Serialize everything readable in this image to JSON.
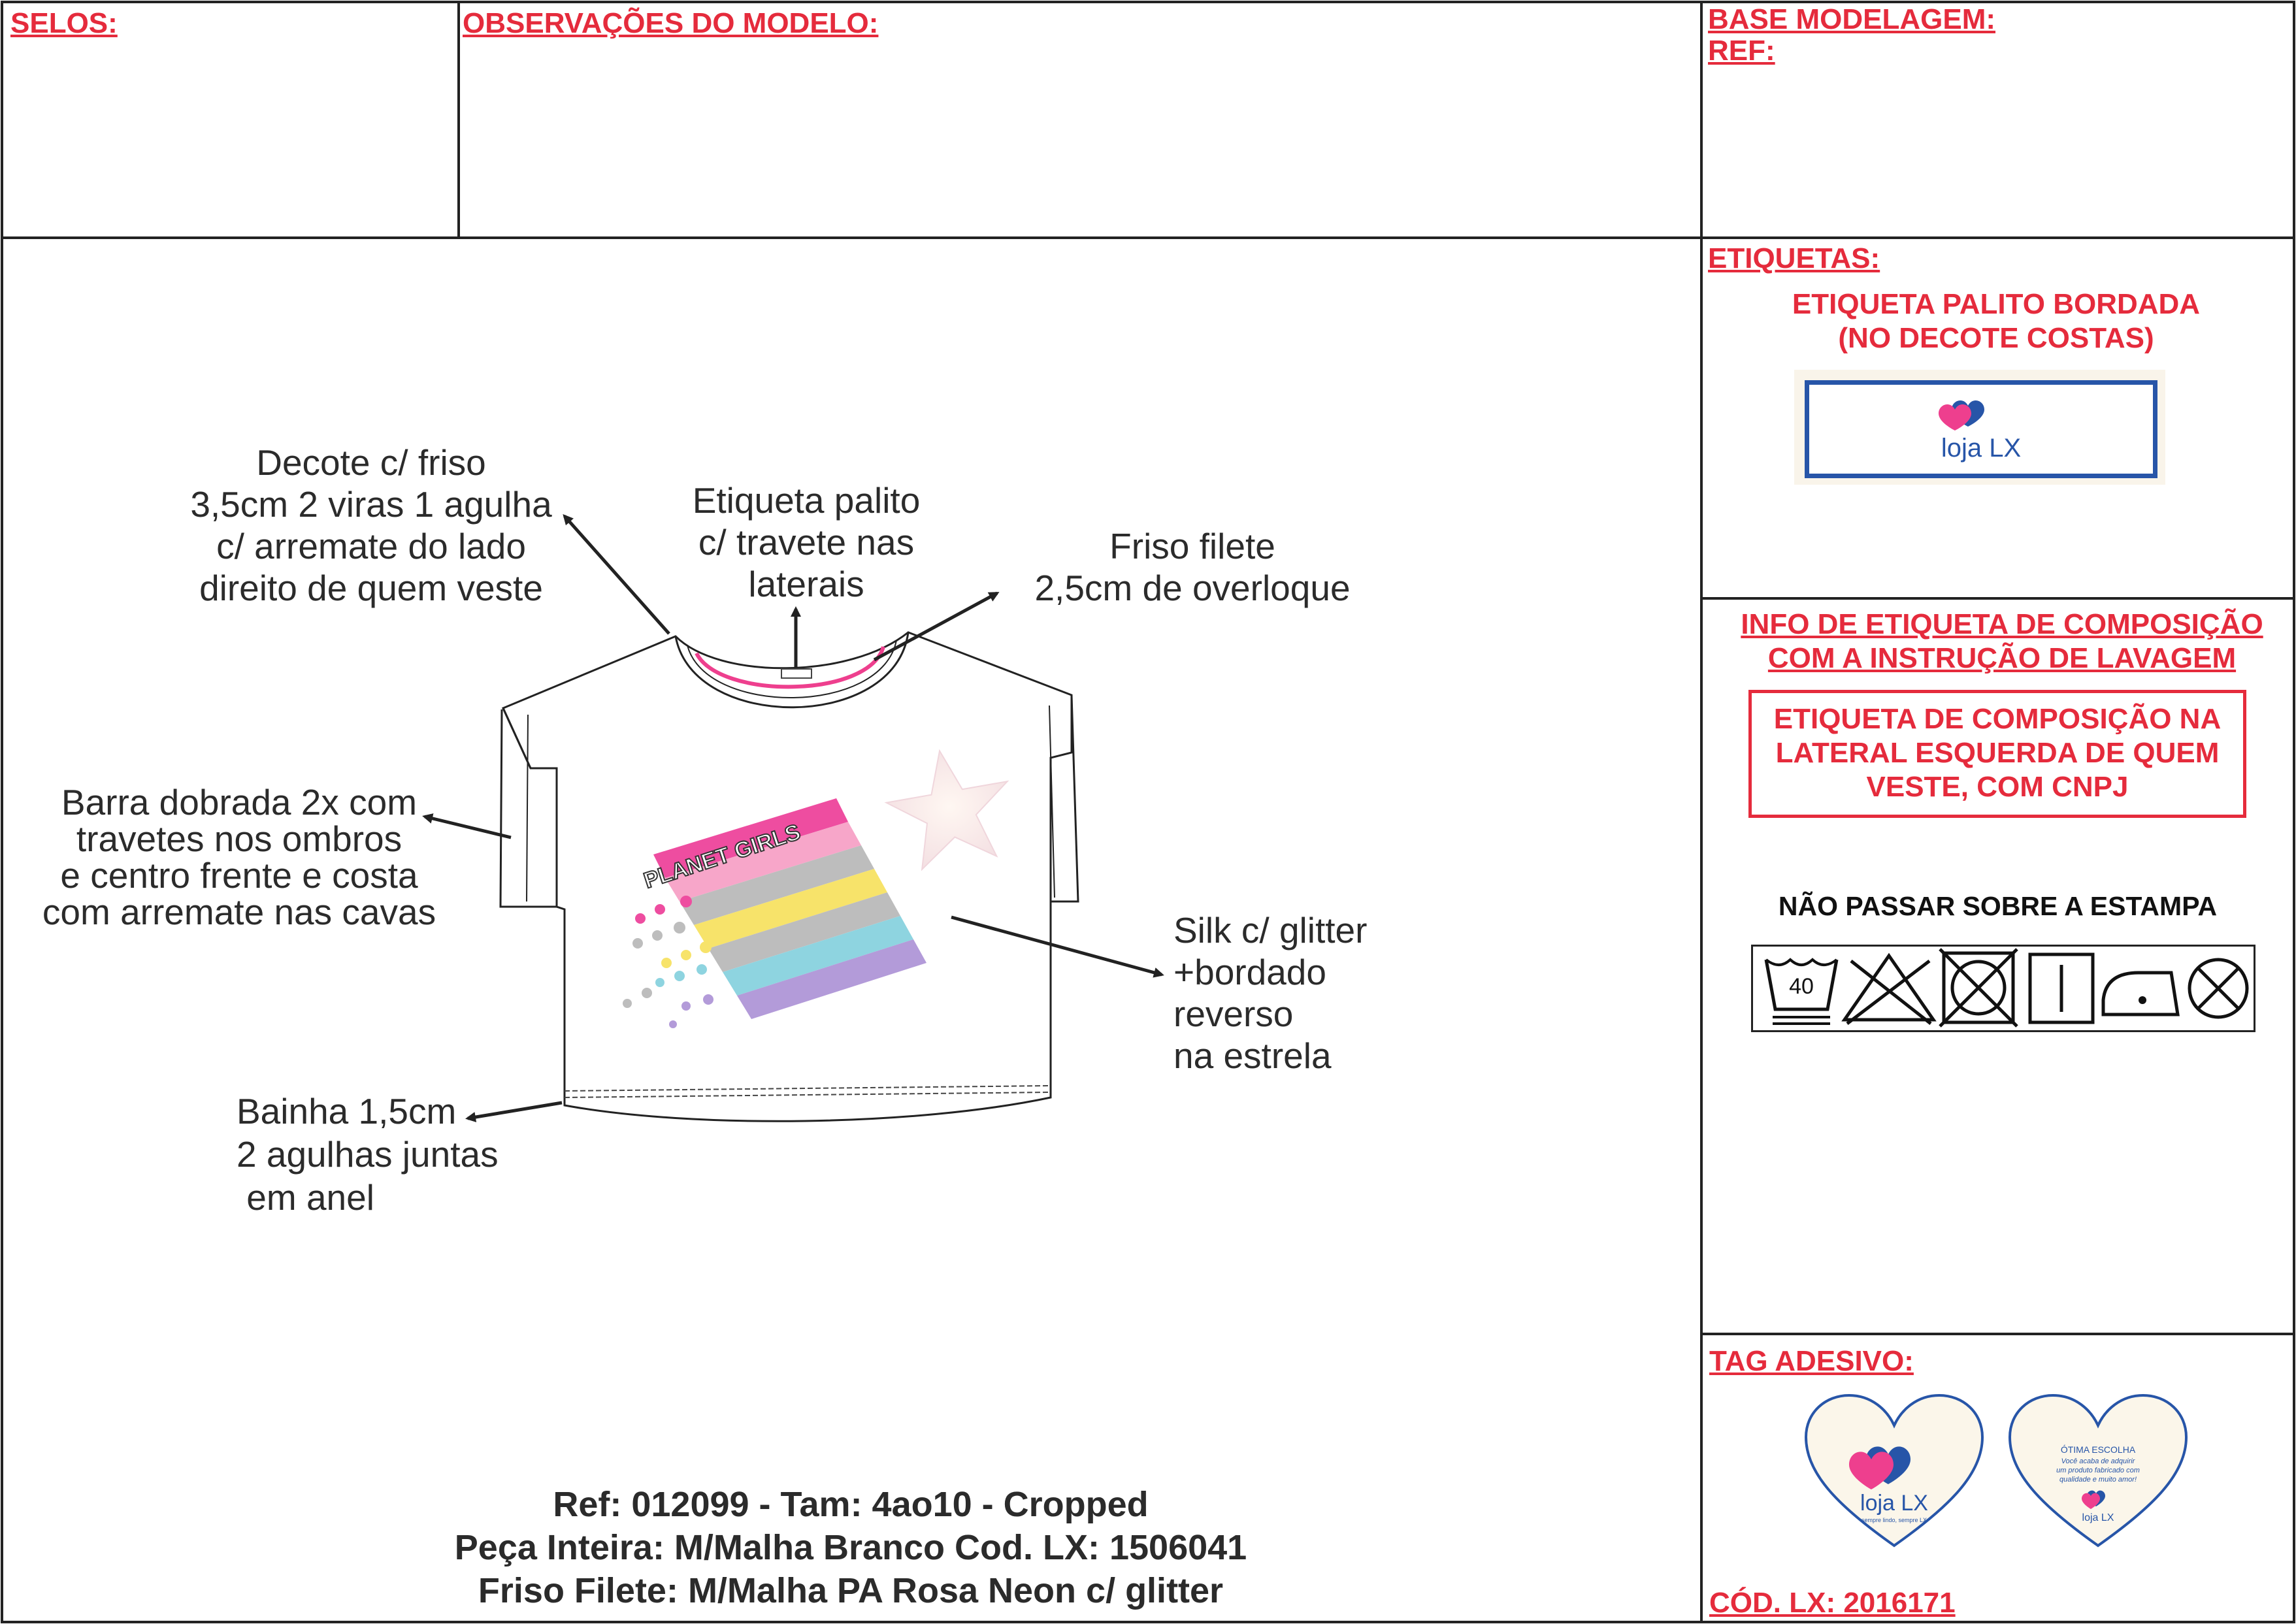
{
  "header": {
    "selos_label": "SELOS:",
    "observacoes_label": "OBSERVAÇÕES DO MODELO:",
    "base_label": "BASE MODELAGEM:",
    "ref_label": "REF:"
  },
  "etiquetas": {
    "label": "ETIQUETAS:",
    "title_line1": "ETIQUETA PALITO BORDADA",
    "title_line2": "(NO DECOTE COSTAS)",
    "logo_text": "loja LX"
  },
  "composicao": {
    "label_line1": "INFO DE ETIQUETA DE COMPOSIÇÃO ",
    "label_line2": "COM A INSTRUÇÃO DE LAVAGEM",
    "box_line1": "ETIQUETA DE COMPOSIÇÃO NA",
    "box_line2": "LATERAL ESQUERDA DE QUEM",
    "box_line3": "VESTE, COM CNPJ",
    "warning": "NÃO PASSAR SOBRE A ESTAMPA",
    "wash_temp": "40",
    "care_icons": [
      "wash-40-icon",
      "no-bleach-icon",
      "no-tumble-dry-icon",
      "line-dry-icon",
      "iron-low-icon",
      "no-dry-clean-icon"
    ]
  },
  "tag": {
    "label": "TAG ADESIVO:",
    "heart1_logo": "loja LX",
    "heart1_tagline": "sempre lindo, sempre LX",
    "heart2_line1": "ÓTIMA ESCOLHA",
    "heart2_line2": "Você acaba de adquirir",
    "heart2_line3": "um produto fabricado com",
    "heart2_line4": "qualidade e muito amor!",
    "heart2_logo": "loja LX",
    "code_label": "CÓD. LX: 2016171"
  },
  "garment": {
    "print_text": "PLANET GIRLS",
    "notes": {
      "decote": "Decote c/ friso\n3,5cm 2 viras 1 agulha\nc/ arremate do lado\ndireito de quem veste",
      "etiqueta": "Etiqueta palito\nc/ travete nas\nlaterais",
      "friso": "Friso filete\n2,5cm de overloque",
      "barra": "Barra dobrada 2x com\ntravetes nos ombros\ne centro frente e costa\ncom arremate nas cavas",
      "silk": "Silk c/ glitter\n+bordado\nreverso\nna estrela",
      "bainha": "Bainha 1,5cm\n2 agulhas juntas\n em anel"
    }
  },
  "footer": {
    "line1": "Ref: 012099 - Tam: 4ao10 - Cropped",
    "line2": "Peça Inteira: M/Malha Branco Cod. LX: 1506041",
    "line3": "Friso Filete: M/Malha PA Rosa Neon c/ glitter"
  },
  "colors": {
    "accent_red": "#e52b3c",
    "brand_blue": "#2755a8",
    "brand_pink": "#ee3f8e"
  }
}
